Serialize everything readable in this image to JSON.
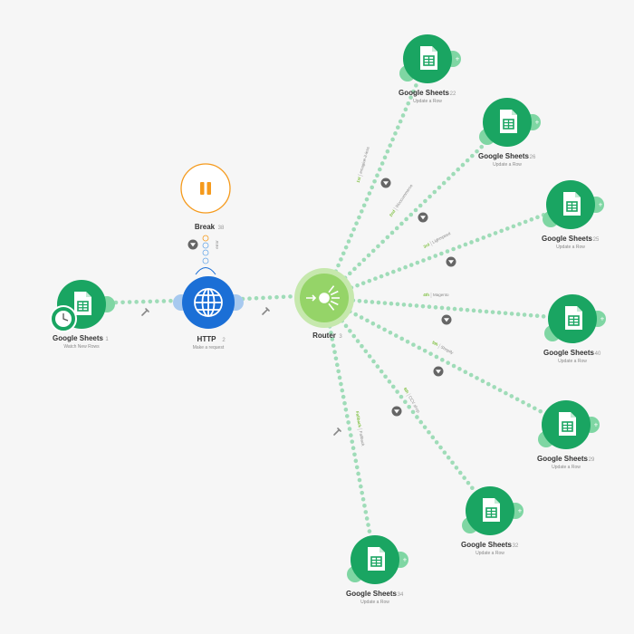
{
  "colors": {
    "sheets": "#1aa562",
    "sheets_halo": "#7fd6a3",
    "http": "#1b6fd6",
    "router": "#95d468",
    "break": "#f59a1c",
    "dots": "#9fdcb8"
  },
  "trigger": {
    "title": "Google Sheets",
    "num": "1",
    "sub": "Watch New Rows",
    "icon": "google-sheets-icon",
    "badge_icon": "clock-icon"
  },
  "http": {
    "title": "HTTP",
    "num": "2",
    "sub": "Make a request",
    "icon": "globe-icon"
  },
  "breakmod": {
    "title": "Break",
    "num": "38",
    "icon": "pause-icon",
    "link_label": "error"
  },
  "router": {
    "title": "Router",
    "num": "3",
    "icon": "router-icon"
  },
  "branches": [
    {
      "title": "Google Sheets",
      "num": "22",
      "sub": "Update a Row",
      "route_num": "1st",
      "route_label": "emagine-it-less"
    },
    {
      "title": "Google Sheets",
      "num": "26",
      "sub": "Update a Row",
      "route_num": "2nd",
      "route_label": "Woocommerce"
    },
    {
      "title": "Google Sheets",
      "num": "25",
      "sub": "Update a Row",
      "route_num": "3rd",
      "route_label": "Lightspeed"
    },
    {
      "title": "Google Sheets",
      "num": "40",
      "sub": "Update a Row",
      "route_num": "4th",
      "route_label": "Magento"
    },
    {
      "title": "Google Sheets",
      "num": "29",
      "sub": "Update a Row",
      "route_num": "5th",
      "route_label": "Shopify"
    },
    {
      "title": "Google Sheets",
      "num": "32",
      "sub": "Update a Row",
      "route_num": "6th",
      "route_label": "CCV shop"
    },
    {
      "title": "Google Sheets",
      "num": "34",
      "sub": "Update a Row",
      "route_num": "Fallback",
      "route_label": "Fallback"
    }
  ]
}
